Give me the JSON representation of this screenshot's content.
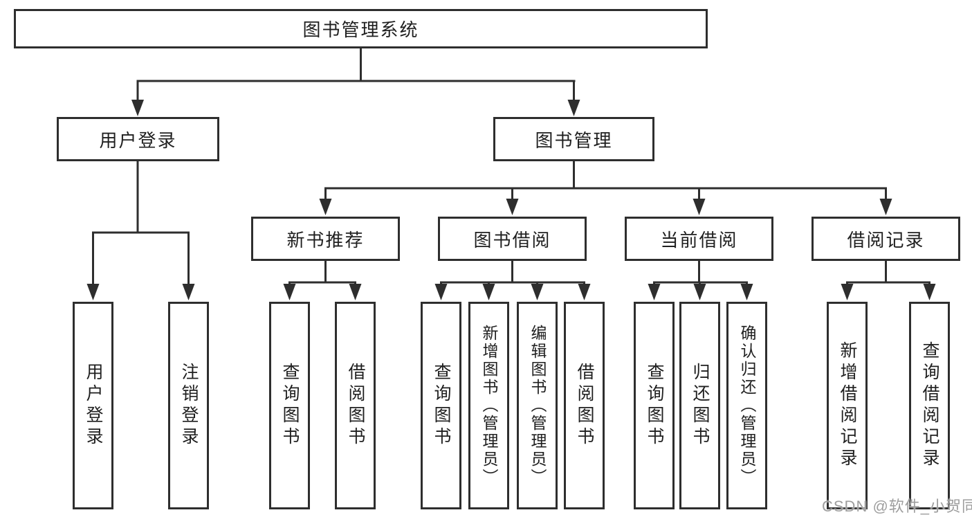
{
  "diagram": {
    "title": "图书管理系统",
    "watermark": "CSDN @软件_小贺同学",
    "colors": {
      "background": "#ffffff",
      "box_border": "#2e2e2e",
      "line": "#333333",
      "text": "#1f1f1f",
      "watermark": "#9e9e9e"
    },
    "nodes": {
      "root": "图书管理系统",
      "user_login": "用户登录",
      "book_mgmt": "图书管理",
      "login": "用户登录",
      "logout": "注销登录",
      "new_book": "新书推荐",
      "borrowing": "图书借阅",
      "current": "当前借阅",
      "records": "借阅记录",
      "nb_query": "查询图书",
      "nb_borrow": "借阅图书",
      "bb_query": "查询图书",
      "bb_add": "新增图书（管理员）",
      "bb_edit": "编辑图书（管理员）",
      "bb_borrow": "借阅图书",
      "cb_query": "查询图书",
      "cb_return": "归还图书",
      "cb_confirm": "确认归还（管理员）",
      "br_add": "新增借阅记录",
      "br_query": "查询借阅记录"
    },
    "hierarchy": [
      {
        "parent": "图书管理系统",
        "children": [
          "用户登录",
          "图书管理"
        ]
      },
      {
        "parent": "用户登录",
        "children": [
          "用户登录",
          "注销登录"
        ]
      },
      {
        "parent": "图书管理",
        "children": [
          "新书推荐",
          "图书借阅",
          "当前借阅",
          "借阅记录"
        ]
      },
      {
        "parent": "新书推荐",
        "children": [
          "查询图书",
          "借阅图书"
        ]
      },
      {
        "parent": "图书借阅",
        "children": [
          "查询图书",
          "新增图书（管理员）",
          "编辑图书（管理员）",
          "借阅图书"
        ]
      },
      {
        "parent": "当前借阅",
        "children": [
          "查询图书",
          "归还图书",
          "确认归还（管理员）"
        ]
      },
      {
        "parent": "借阅记录",
        "children": [
          "新增借阅记录",
          "查询借阅记录"
        ]
      }
    ]
  }
}
